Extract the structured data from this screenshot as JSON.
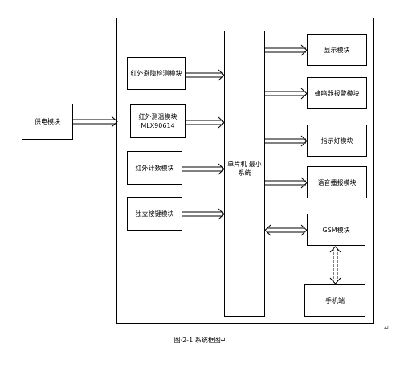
{
  "diagram": {
    "power_module": "供电模块",
    "left_modules": [
      {
        "id": "obstacle",
        "label": "红外避障检测模块"
      },
      {
        "id": "temp",
        "label": "红外测温模块 MLX90614"
      },
      {
        "id": "count",
        "label": "红外计数模块"
      },
      {
        "id": "keys",
        "label": "独立按键模块"
      }
    ],
    "mcu": "单片机 最小系统",
    "right_modules": [
      {
        "id": "display",
        "label": "显示模块"
      },
      {
        "id": "buzzer",
        "label": "蜂鸣器报警模块"
      },
      {
        "id": "led",
        "label": "指示灯模块"
      },
      {
        "id": "voice",
        "label": "语音播报模块"
      },
      {
        "id": "gsm",
        "label": "GSM模块"
      }
    ],
    "phone": "手机端",
    "caption": "图·2-1·系统框图↵",
    "return_mark": "↵"
  }
}
